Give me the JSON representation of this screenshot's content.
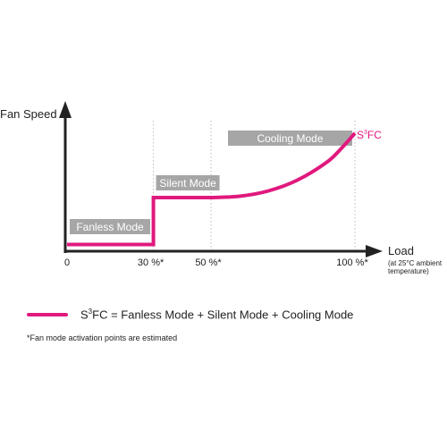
{
  "colors": {
    "curve": "#e0197d",
    "axis": "#222222",
    "mode_box": "#a6a6a6",
    "guide": "#bbbbbb"
  },
  "chart_data": {
    "type": "line",
    "ylabel": "Fan Speed",
    "xlabel": "Load",
    "xlabel_note_1": "(at 25°C ambient",
    "xlabel_note_2": "temperature)",
    "x_ticks": [
      "0",
      "30 %*",
      "50 %*",
      "100 %*"
    ],
    "xlim": [
      0,
      100
    ],
    "series": [
      {
        "name": "S³FC",
        "x": [
          0,
          30,
          30,
          50,
          60,
          70,
          80,
          90,
          95,
          100
        ],
        "y": [
          5,
          5,
          40,
          40,
          41,
          45,
          53,
          66,
          76,
          88
        ]
      }
    ],
    "series_label_base": "S",
    "series_label_sup": "3",
    "series_label_rest": "FC",
    "modes": [
      {
        "label": "Fanless Mode",
        "from": 0,
        "to": 30
      },
      {
        "label": "Silent Mode",
        "from": 30,
        "to": 50
      },
      {
        "label": "Cooling Mode",
        "from": 50,
        "to": 100
      }
    ],
    "ylim": [
      0,
      100
    ],
    "grid": false
  },
  "legend": {
    "prefix": "S",
    "sup": "3",
    "suffix": "FC = Fanless Mode + Silent Mode + Cooling Mode"
  },
  "footnote": "*Fan mode activation points are estimated"
}
